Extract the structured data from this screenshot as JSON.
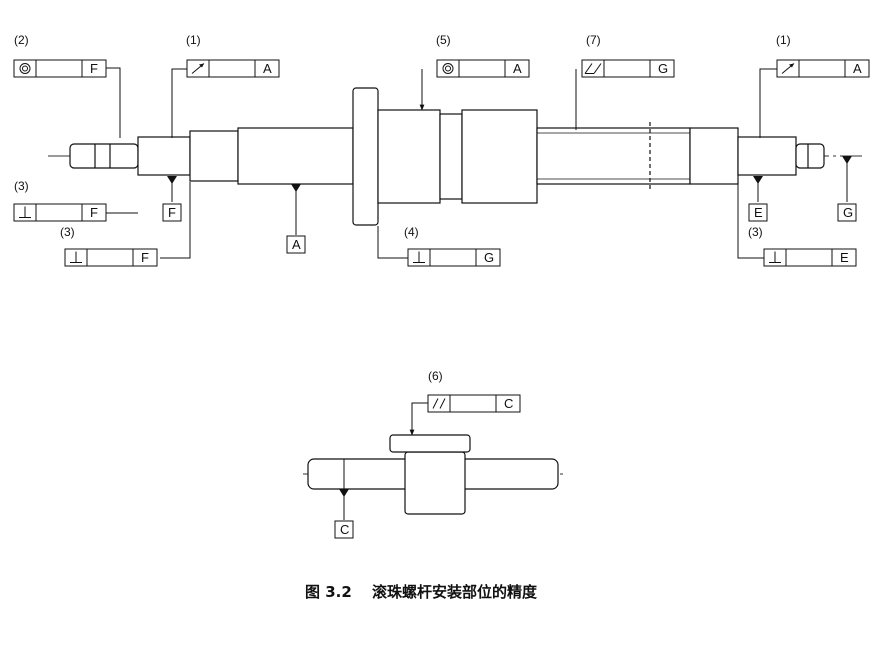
{
  "tolerance_frames": [
    {
      "id": "f2",
      "note": "(2)",
      "symbol": "concentricity-icon",
      "datum": "F"
    },
    {
      "id": "f1a",
      "note": "(1)",
      "symbol": "circular-runout-icon",
      "datum": "A"
    },
    {
      "id": "f5",
      "note": "(5)",
      "symbol": "concentricity-icon",
      "datum": "A"
    },
    {
      "id": "f7",
      "note": "(7)",
      "symbol": "total-runout-icon",
      "datum": "G"
    },
    {
      "id": "f1b",
      "note": "(1)",
      "symbol": "circular-runout-icon",
      "datum": "A"
    },
    {
      "id": "f3a",
      "note": "(3)",
      "symbol": "perpendicularity-icon",
      "datum": "F"
    },
    {
      "id": "f3b",
      "note": "(3)",
      "symbol": "perpendicularity-icon",
      "datum": "F"
    },
    {
      "id": "f4",
      "note": "(4)",
      "symbol": "perpendicularity-icon",
      "datum": "G"
    },
    {
      "id": "f3c",
      "note": "(3)",
      "symbol": "perpendicularity-icon",
      "datum": "E"
    },
    {
      "id": "f6",
      "note": "(6)",
      "symbol": "parallelism-icon",
      "datum": "C"
    }
  ],
  "datums": [
    "F",
    "A",
    "E",
    "G",
    "C"
  ],
  "caption": {
    "label": "图 3.2",
    "text": "滚珠螺杆安装部位的精度"
  }
}
